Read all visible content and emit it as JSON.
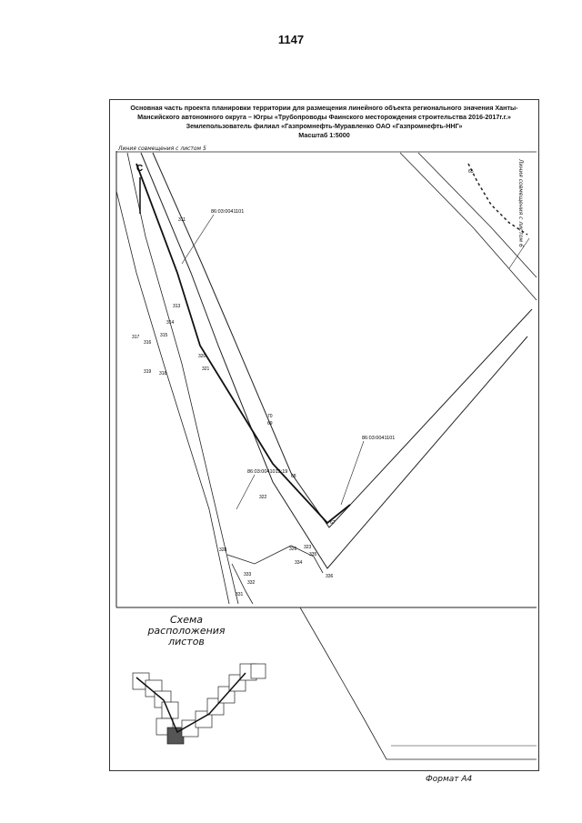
{
  "page_number": "1147",
  "header": {
    "line1": "Основная часть проекта планировки территории для размещения линейного объекта регионального значения Ханты-",
    "line2": "Мансийского автономного округа – Югры «Трубопроводы Фаинского месторождения строительства 2016-2017г.г.»",
    "line3": "Землепользователь филиал «Газпромнефть-Муравленко ОАО «Газпромнефть-ННГ»",
    "line4": "Масштаб 1:5000"
  },
  "match_line_top": "Линия совмещения с листом 5",
  "match_line_right": "Линия совмещения с листом 6",
  "north_label": "С",
  "parcels": {
    "p1": "86:03:0041101",
    "p2": "86:03:0041101",
    "p3": "86:03:0041015:19"
  },
  "points": {
    "p311": "311",
    "p313": "313",
    "p314": "314",
    "p315": "315",
    "p316": "316",
    "p317": "317",
    "p318": "318",
    "p319": "319",
    "p320": "320",
    "p321": "321",
    "p70": "70",
    "p69": "69",
    "p68": "68",
    "p67": "67",
    "p322": "322",
    "p323": "323",
    "p326": "326",
    "p328": "328",
    "p333": "333",
    "p334": "334",
    "p335": "335",
    "p336": "336",
    "p331": "331",
    "p332": "332",
    "p65": "65"
  },
  "scheme_title_line1": "Схема расположения",
  "scheme_title_line2": "листов",
  "format_label": "Формат А4"
}
